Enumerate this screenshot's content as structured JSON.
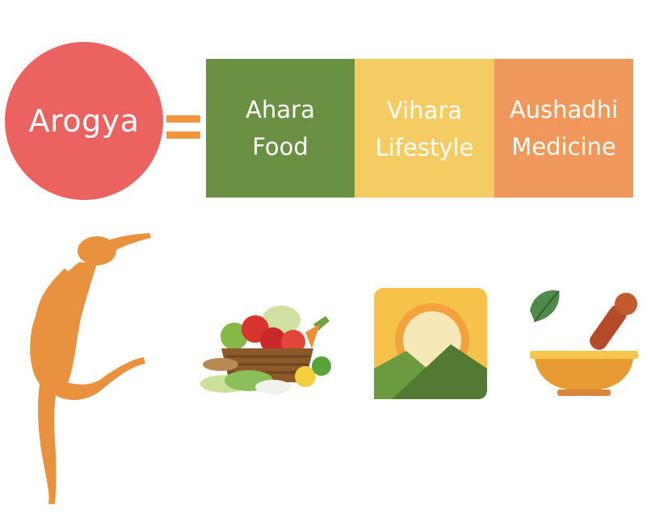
{
  "equation": {
    "subject": "Arogya",
    "operator": "=",
    "components": [
      {
        "line1": "Ahara",
        "line2": "Food",
        "color": "#6a9044"
      },
      {
        "line1": "Vihara",
        "line2": "Lifestyle",
        "color": "#f5cb63"
      },
      {
        "line1": "Aushadhi",
        "line2": "Medicine",
        "color": "#f0985b"
      }
    ]
  },
  "colors": {
    "circle": "#ea6360",
    "equals": "#f0953b",
    "figure": "#e8923f"
  },
  "illustrations": {
    "figure": "dancing-figure-icon",
    "food": "vegetable-basket-icon",
    "lifestyle": "sunrise-mountains-icon",
    "medicine": "mortar-pestle-icon"
  }
}
